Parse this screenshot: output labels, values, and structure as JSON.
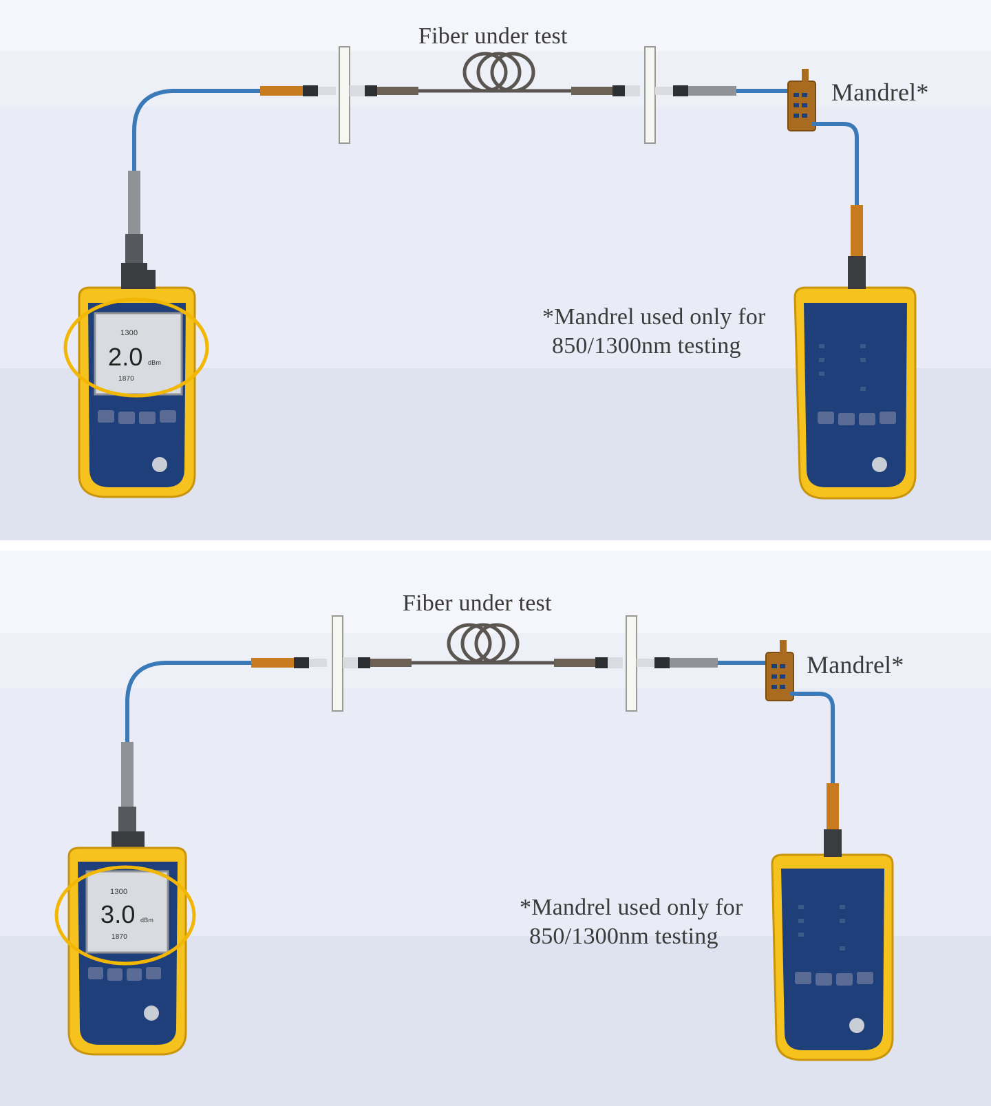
{
  "colors": {
    "panel_light": "#f3f5fa",
    "panel_mid": "#e8ebf5",
    "panel_dark": "#dfe3ef",
    "meter_yellow": "#f6c21e",
    "meter_blue": "#1f3f7a",
    "cable_blue": "#3a7ab8",
    "connector_orange": "#c77a1e",
    "highlight_ring": "#f2b705"
  },
  "panels": [
    {
      "fiber_label": "Fiber under test",
      "mandrel_label": "Mandrel*",
      "note_line1": "*Mandrel used only for",
      "note_line2": "850/1300nm testing",
      "meter": {
        "wavelength": "1300",
        "reading": "2.0",
        "reading_unit": "dBm",
        "reference": "1870"
      }
    },
    {
      "fiber_label": "Fiber under test",
      "mandrel_label": "Mandrel*",
      "note_line1": "*Mandrel used only for",
      "note_line2": "850/1300nm testing",
      "meter": {
        "wavelength": "1300",
        "reading": "3.0",
        "reading_unit": "dBm",
        "reference": "1870"
      }
    }
  ]
}
